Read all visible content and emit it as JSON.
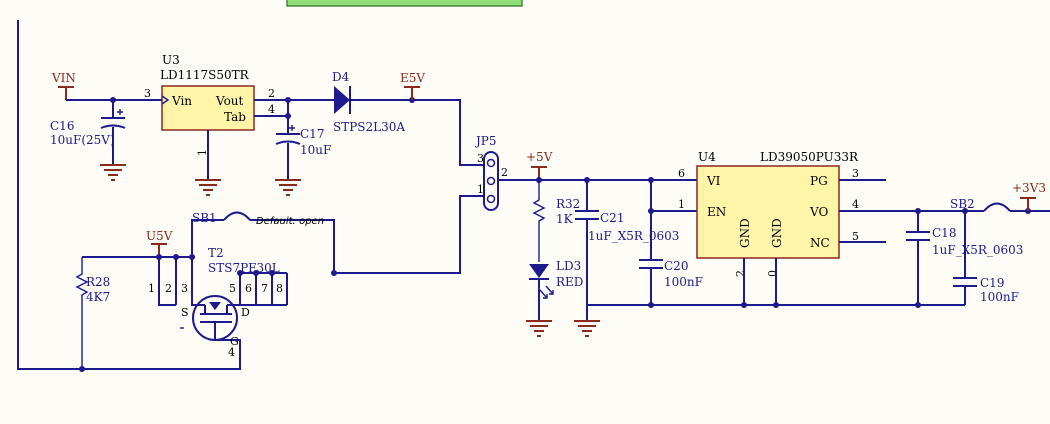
{
  "nets": {
    "vin": "VIN",
    "e5v": "E5V",
    "p5v": "+5V",
    "u5v": "U5V",
    "p3v3": "+3V3"
  },
  "u3": {
    "ref": "U3",
    "value": "LD1117S50TR",
    "vin": "Vin",
    "vout": "Vout",
    "tab": "Tab",
    "p1": "1",
    "p2": "2",
    "p3": "3",
    "p4": "4"
  },
  "d4": {
    "ref": "D4",
    "value": "STPS2L30A"
  },
  "c16": {
    "ref": "C16",
    "value": "10uF(25V)"
  },
  "c17": {
    "ref": "C17",
    "value": "10uF"
  },
  "jp5": {
    "ref": "JP5",
    "p1": "1",
    "p2": "2",
    "p3": "3"
  },
  "sb1": {
    "ref": "SB1",
    "note": "Default: open"
  },
  "t2": {
    "ref": "T2",
    "value": "STS7PF30L",
    "pins": [
      "1",
      "2",
      "3",
      "5",
      "6",
      "7",
      "8"
    ],
    "p4": "4",
    "s": "S",
    "d": "D",
    "g": "G"
  },
  "r28": {
    "ref": "R28",
    "value": "4K7"
  },
  "r32": {
    "ref": "R32",
    "value": "1K"
  },
  "c21": {
    "ref": "C21",
    "value": "1uF_X5R_0603"
  },
  "c20": {
    "ref": "C20",
    "value": "100nF"
  },
  "ld3": {
    "ref": "LD3",
    "value": "RED"
  },
  "u4": {
    "ref": "U4",
    "value": "LD39050PU33R",
    "vi": "VI",
    "en": "EN",
    "gnd": "GND",
    "pg": "PG",
    "vo": "VO",
    "nc": "NC",
    "p6": "6",
    "p1": "1",
    "p2": "2",
    "p0": "0",
    "p3": "3",
    "p4": "4",
    "p5": "5"
  },
  "c18": {
    "ref": "C18",
    "value": "1uF_X5R_0603"
  },
  "c19": {
    "ref": "C19",
    "value": "100nF"
  },
  "sb2": {
    "ref": "SB2"
  }
}
